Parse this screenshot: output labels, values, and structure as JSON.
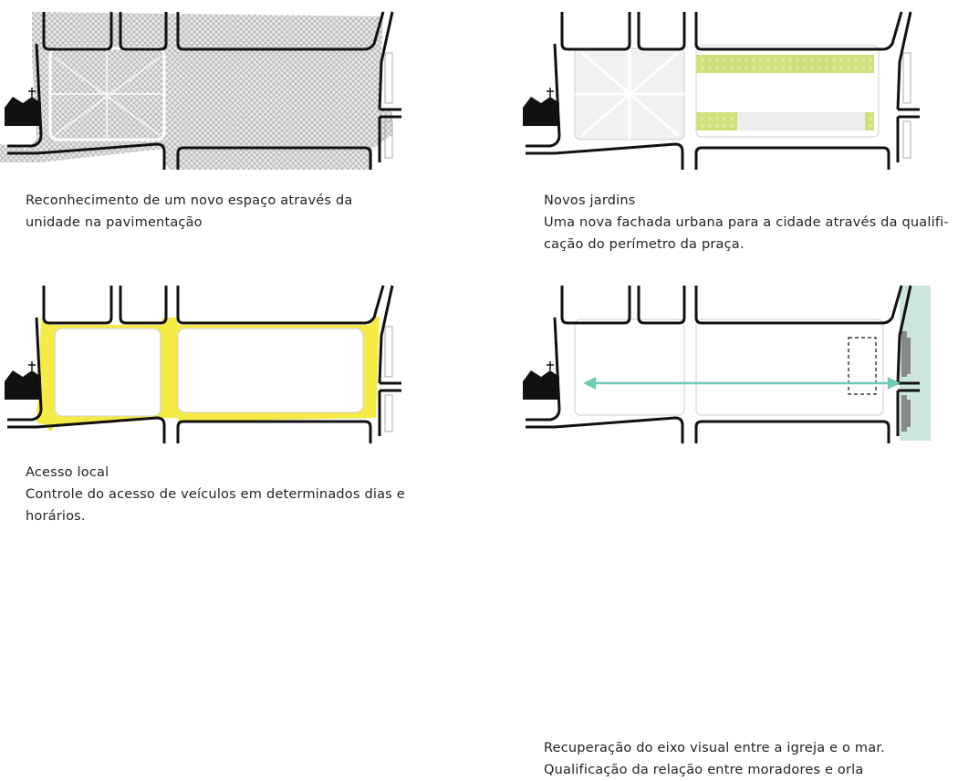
{
  "panels": [
    {
      "caption": [
        "Reconhecimento de um novo espaço através da",
        "unidade na pavimentação"
      ]
    },
    {
      "caption": [
        "Novos jardins",
        "Uma nova fachada urbana para a cidade através da qualifi-",
        "cação do perímetro da praça."
      ]
    },
    {
      "caption": [
        "Acesso local",
        "Controle do acesso de veículos em determinados dias e",
        "horários."
      ]
    },
    {
      "caption": [
        "Recuperação do eixo visual entre a igreja e o mar.",
        "Qualificação da relação entre moradores e orla"
      ]
    }
  ],
  "colors": {
    "ink": "#111111",
    "paving": "#cfcfcf",
    "garden": "#cfe07a",
    "road": "#f4ec45",
    "sea": "#cce6de",
    "axis": "#6ec9b5",
    "plaza": "#f1f1f1"
  },
  "icons": [
    "church-icon",
    "paving-hatch",
    "garden-strip",
    "visual-axis-arrow",
    "sea-strip"
  ]
}
